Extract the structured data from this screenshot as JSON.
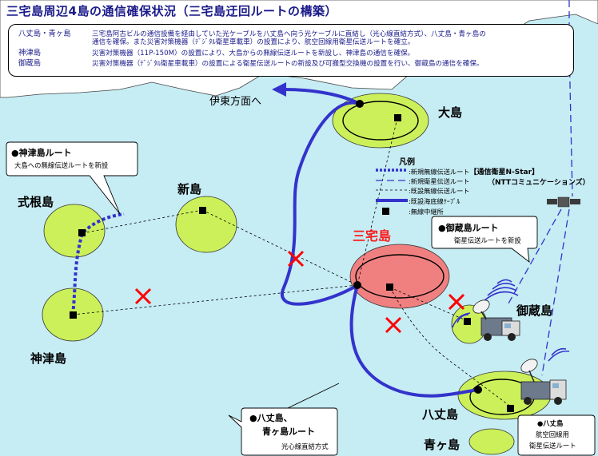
{
  "title": "三宅島周辺4島の通信確保状況（三宅島迂回ルートの構築）",
  "info": {
    "rows": [
      {
        "label": "八丈島・青ヶ島",
        "text": "三宅島阿古ビルの通信設備を経由していた光ケーブルを八丈島へ向う光ケーブルに直結し（光心線直結方式）、八丈島・青ヶ島の",
        "cont": "通信を確保。また災害対策機器（ﾃﾞｼﾞﾀﾙ衛星車載車）の設置により、航空回線用衛星伝送ルートを確立。"
      },
      {
        "label": "神津島",
        "text": "災害対策機器（11P-150M）の設置により、大島からの無線伝送ルートを新設し、神津島の通信を確保。"
      },
      {
        "label": "御蔵島",
        "text": "災害対策機器（ﾃﾞｼﾞﾀﾙ衛星車載車）の設置による衛星伝送ルートの新設及び可搬型交換機の設置を行い、御蔵島の通信を確保。"
      }
    ]
  },
  "islands": {
    "oshima": "大島",
    "miyakejima": "三宅島",
    "niijima": "新島",
    "shikinejima": "式根島",
    "kozushima": "神津島",
    "mikurajima": "御蔵島",
    "hachijojima": "八丈島",
    "aogashima": "青ヶ島"
  },
  "ito_label": "伊東方面へ",
  "bubbles": {
    "kozu": {
      "title": "●神津島ルート",
      "sub": "大島への無線伝送ルートを新設"
    },
    "mikura": {
      "title": "●御蔵島ルート",
      "sub": "衛星伝送ルートを新設"
    },
    "hachijo_aoga": {
      "title1": "●八丈島、",
      "title2": "青ヶ島ルート",
      "sub": "光心線直結方式"
    },
    "hachijo_air": {
      "title": "●八丈島",
      "sub1": "航空回線用",
      "sub2": "衛星伝送ルート"
    }
  },
  "legend": {
    "title": "凡例",
    "items": [
      {
        "style": "new-wireless",
        "label": ":新規無線伝送ルート"
      },
      {
        "style": "new-satellite",
        "label": ":新規衛星伝送ルート"
      },
      {
        "style": "existing-wireless",
        "label": ":既設無線伝送ルート"
      },
      {
        "style": "existing-cable",
        "label": ":既設海底線ｹｰﾌﾞﾙ"
      },
      {
        "style": "relay-station",
        "label": ":無線中継所"
      }
    ],
    "satellite_name": "【通信衛星N-Star】",
    "satellite_operator": "（NTTコミュニケーションズ）"
  },
  "colors": {
    "sea": "#c6ecf4",
    "land": "#ffffff",
    "island": "#ccf05a",
    "miyakejima": "#f08080",
    "cable": "#3333cc",
    "text_blue": "#1a1a8a",
    "red_x": "#ff0000"
  }
}
